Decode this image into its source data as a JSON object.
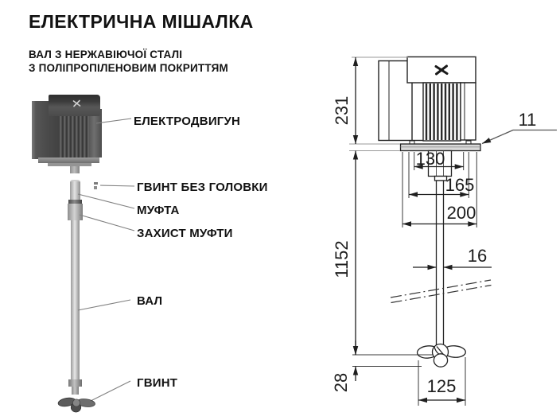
{
  "title": "ЕЛЕКТРИЧНА МІШАЛКА",
  "subtitle": {
    "line1": "ВАЛ З НЕРЖАВІЮЧОЇ СТАЛІ",
    "line2": "З ПОЛІПРОПІЛЕНОВИМ ПОКРИТТЯМ"
  },
  "part_labels": {
    "motor": "ЕЛЕКТРОДВИГУН",
    "set_screw": "ГВИНТ БЕЗ ГОЛОВКИ",
    "coupling": "МУФТА",
    "coupling_guard": "ЗАХИСТ МУФТИ",
    "shaft": "ВАЛ",
    "propeller": "ГВИНТ"
  },
  "dimensions_mm": {
    "motor_height": "231",
    "immersion_length": "1152",
    "plate_thickness": "11",
    "bolt_spacing": "130",
    "flange_inner_width": "165",
    "plate_width": "200",
    "shaft_diameter": "16",
    "propeller_height": "28",
    "propeller_diameter": "125"
  },
  "colors": {
    "line": "#1f1f1f",
    "extension_gray": "#9a9a9a",
    "plate_fill": "#d9d9d9",
    "background": "#ffffff"
  }
}
